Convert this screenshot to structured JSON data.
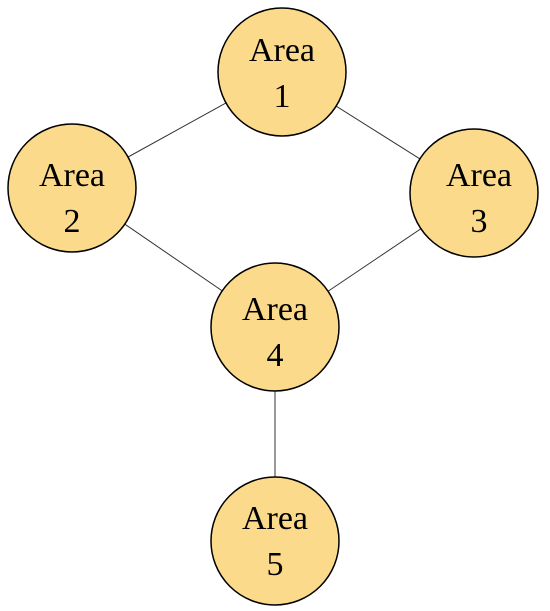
{
  "diagram": {
    "node_fill": "#fbdb8b",
    "edge_color": "#333333",
    "nodes": [
      {
        "id": "n1",
        "line1": "Area",
        "line2": "1"
      },
      {
        "id": "n2",
        "line1": "Area",
        "line2": "2"
      },
      {
        "id": "n3",
        "line1": "Area",
        "line2": "3"
      },
      {
        "id": "n4",
        "line1": "Area",
        "line2": "4"
      },
      {
        "id": "n5",
        "line1": "Area",
        "line2": "5"
      }
    ],
    "edges": [
      {
        "from": "n1",
        "to": "n2"
      },
      {
        "from": "n1",
        "to": "n3"
      },
      {
        "from": "n2",
        "to": "n4"
      },
      {
        "from": "n3",
        "to": "n4"
      },
      {
        "from": "n4",
        "to": "n5"
      }
    ]
  }
}
